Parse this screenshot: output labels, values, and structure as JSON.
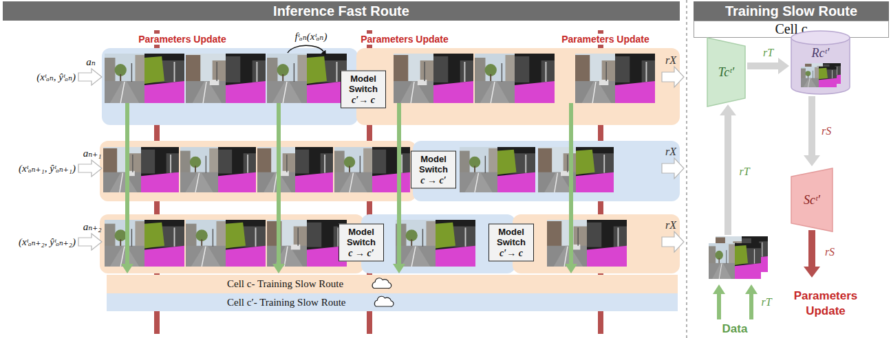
{
  "diagram": {
    "nodes": [
      {
        "text": [
          "Inference Fast Route"
        ]
      },
      {
        "text": [
          "Model Switch",
          "c′→ c"
        ]
      },
      {
        "text": [
          "Model Switch",
          "c → c′"
        ]
      },
      {
        "text": [
          "Model Switch",
          "c → c′"
        ]
      },
      {
        "text": [
          "Model Switch",
          "c′→ c"
        ]
      },
      {
        "text": [
          "Cell c- Training Slow Route"
        ]
      },
      {
        "text": [
          "Cell c′- Training Slow Route"
        ]
      },
      {
        "text": [
          "Training Slow Route"
        ]
      },
      {
        "text": [
          "Cell c"
        ]
      },
      {
        "text": [
          "Tcᵗ′"
        ]
      },
      {
        "text": [
          "Rcᵗ′"
        ]
      },
      {
        "text": [
          "Scᵗ′"
        ]
      }
    ],
    "edges": [
      {
        "from": 9,
        "to": 10,
        "label": "rT",
        "arrow": "to"
      },
      {
        "from": 10,
        "to": 11,
        "label": "rS",
        "arrow": "to"
      }
    ],
    "labels": [
      "Parameters Update",
      "Parameters Update",
      "Parameters Update",
      "fᵗₐₙ(xᵗₐₙ)",
      "aₙ",
      "(xᵗₐₙ, ŷᵗₐₙ)",
      "aₙ₊₁",
      "(xᵗₐₙ₊₁, ŷᵗₐₙ₊₁)",
      "aₙ₊₂",
      "(xᵗₐₙ₊₂, ŷᵗₐₙ₊₂)",
      "rX",
      "rX",
      "rX",
      "rT",
      "Data",
      "rT",
      "rS",
      "Parameters Update"
    ]
  }
}
